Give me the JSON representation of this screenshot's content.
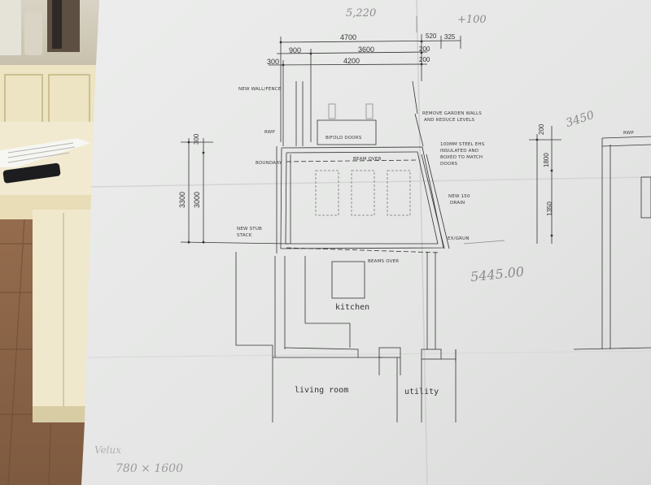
{
  "dimensions": {
    "overall_top": "5,220",
    "plus_note": "+100",
    "d4700": "4700",
    "d520": "520",
    "d325": "325",
    "d900": "900",
    "d3600": "3600",
    "d200_a": "200",
    "d300_a": "300",
    "d4200": "4200",
    "d200_b": "200",
    "d300_v": "300",
    "d3300": "3300",
    "d3000": "3000",
    "d200_r": "200",
    "d1800": "1800",
    "d1350": "1350",
    "d3450": "3450"
  },
  "notes": {
    "new_wall_fence": "NEW WALL/FENCE",
    "rwp_left": "RWP",
    "rwp_right": "RWP",
    "bifold_doors": "BIFOLD DOORS",
    "remove_walls_1": "REMOVE GARDEN WALLS",
    "remove_walls_2": "AND REDUCE LEVELS",
    "boundary": "BOUNDARY",
    "beam_over": "BEAM OVER",
    "steel_1": "100MM STEEL EHS",
    "steel_2": "INSULATED AND",
    "steel_3": "BOXED TO MATCH",
    "steel_4": "DOORS",
    "new_drain_1": "NEW 150",
    "new_drain_2": "DRAIN",
    "new_stub_1": "NEW STUB",
    "new_stub_2": "STACK",
    "existing_run": "EX/GRUN",
    "beams_over": "BEAMS OVER"
  },
  "rooms": {
    "kitchen": "kitchen",
    "living_room": "living room",
    "utility": "utility"
  },
  "handwriting": {
    "price": "5445.00",
    "bottom_left_1": "Velux",
    "bottom_left_2": "780 × 1600"
  },
  "colors": {
    "paper": "#e9eaea",
    "ink": "#2b2b2b",
    "pencil": "#8a8a8a",
    "counter": "#e7dbb3",
    "floor_tile": "#9a6b4c"
  }
}
